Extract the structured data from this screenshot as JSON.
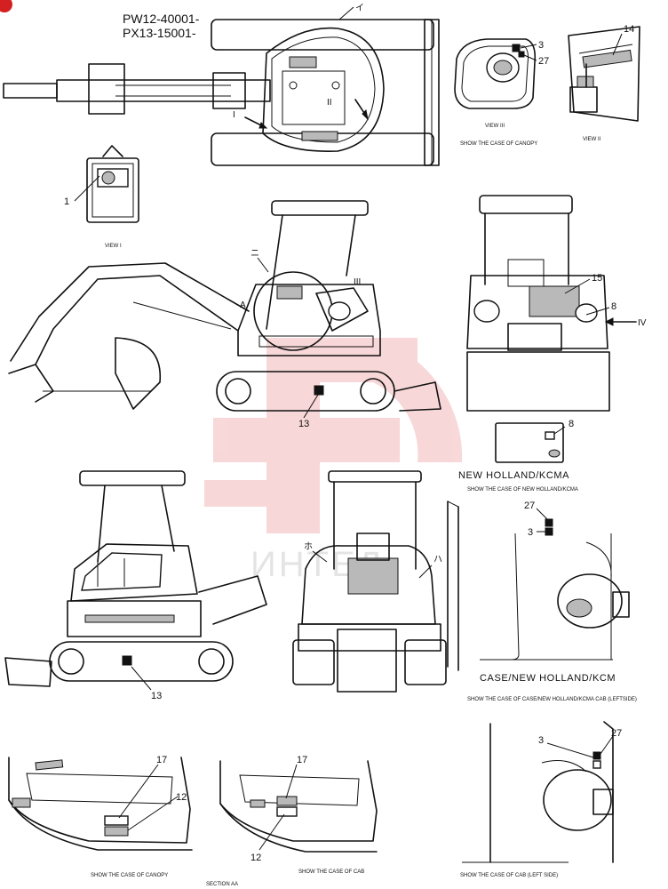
{
  "serials": {
    "line1": "PW12-40001-",
    "line2": "PX13-15001-"
  },
  "view_labels": {
    "view_1": "VIEW I",
    "view_3": "VIEW III",
    "view_2": "VIEW II",
    "canopy_top": "SHOW THE CASE OF CANOPY"
  },
  "ref_marks": {
    "i": "I",
    "ii": "II",
    "iii": "III",
    "iv": "IV",
    "a": "A",
    "i_kana": "イ",
    "ni_kana": "ニ",
    "ho_kana": "ホ",
    "ha_kana": "ハ"
  },
  "callouts": {
    "n1": "1",
    "n3": "3",
    "n27": "27",
    "n14": "14",
    "n15": "15",
    "n8": "8",
    "n13": "13",
    "n17": "17",
    "n12": "12"
  },
  "brand": {
    "new_holland": "NEW HOLLAND/KCMA",
    "new_holland_caption": "SHOW THE CASE OF NEW HOLLAND/KCMA",
    "case_nh": "CASE/NEW HOLLAND/KCM",
    "case_nh_caption": "SHOW THE CASE OF CASE/NEW HOLLAND/KCMA CAB (LEFTSIDE)"
  },
  "bottom_captions": {
    "canopy": "SHOW THE CASE OF CANOPY",
    "cab": "SHOW THE CASE OF CAB",
    "section": "SECTION AA",
    "cab_left": "SHOW THE CASE OF CAB (LEFT SIDE)"
  },
  "watermark": {
    "text": "ИНТЕЛ"
  },
  "colors": {
    "line": "#111111",
    "watermark": "#f2b8b8",
    "corner_badge": "#d42020"
  }
}
